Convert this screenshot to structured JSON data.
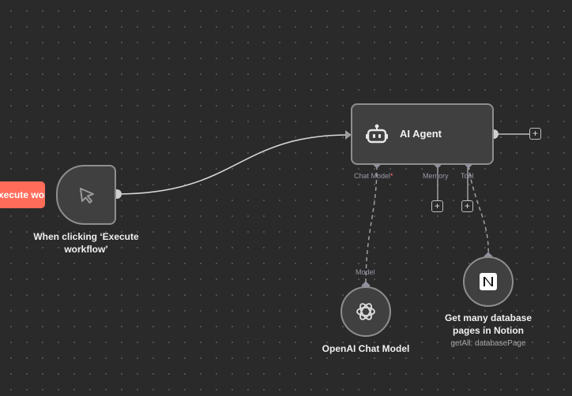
{
  "execute_button": {
    "label": "Execute workflow"
  },
  "trigger_node": {
    "label_line1": "When clicking ‘Execute",
    "label_line2": "workflow’"
  },
  "agent_node": {
    "title": "AI Agent",
    "ports": {
      "chat_model": "Chat Model",
      "required_mark": "*",
      "memory": "Memory",
      "tool": "Tool"
    }
  },
  "openai_node": {
    "title": "OpenAI Chat Model",
    "port_label": "Model"
  },
  "notion_node": {
    "title_line1": "Get many database",
    "title_line2": "pages in Notion",
    "subtitle": "getAll: databasePage"
  },
  "add_icon": "+",
  "colors": {
    "canvas": "#2a2a2a",
    "node_fill": "#404040",
    "node_border": "#8e8e8e",
    "execute_button": "#ff6d5a",
    "required_mark": "#ff6d5a",
    "connection": "#d8d8d8",
    "port_label": "#9a9aa8"
  },
  "icons": {
    "trigger": "cursor-arrow-icon",
    "agent": "robot-icon",
    "openai": "openai-logo-icon",
    "notion": "notion-logo-icon",
    "add": "plus-icon"
  }
}
